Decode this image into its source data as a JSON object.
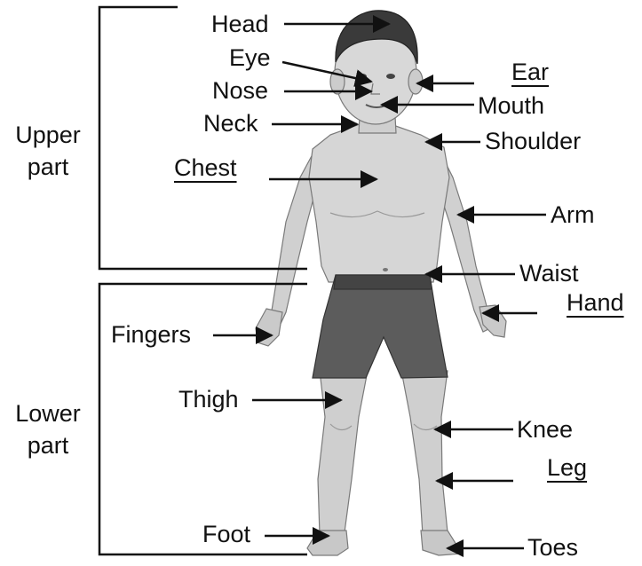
{
  "groups": {
    "upper": [
      "Upper",
      "part"
    ],
    "lower": [
      "Lower",
      "part"
    ]
  },
  "labels": {
    "head": "Head",
    "eye": "Eye",
    "nose": "Nose",
    "neck": "Neck",
    "chest": "Chest",
    "fingers": "Fingers",
    "thigh": "Thigh",
    "foot": "Foot",
    "ear": "Ear",
    "mouth": "Mouth",
    "shoulder": "Shoulder",
    "arm": "Arm",
    "waist": "Waist",
    "hand": "Hand",
    "knee": "Knee",
    "leg": "Leg",
    "toes": "Toes"
  },
  "colors": {
    "skin": "#d2d2d2",
    "skin_shade": "#a9a9a9",
    "hair": "#3a3a3a",
    "shorts": "#5c5c5c",
    "shorts_dark": "#3f3f3f",
    "line": "#111111"
  }
}
